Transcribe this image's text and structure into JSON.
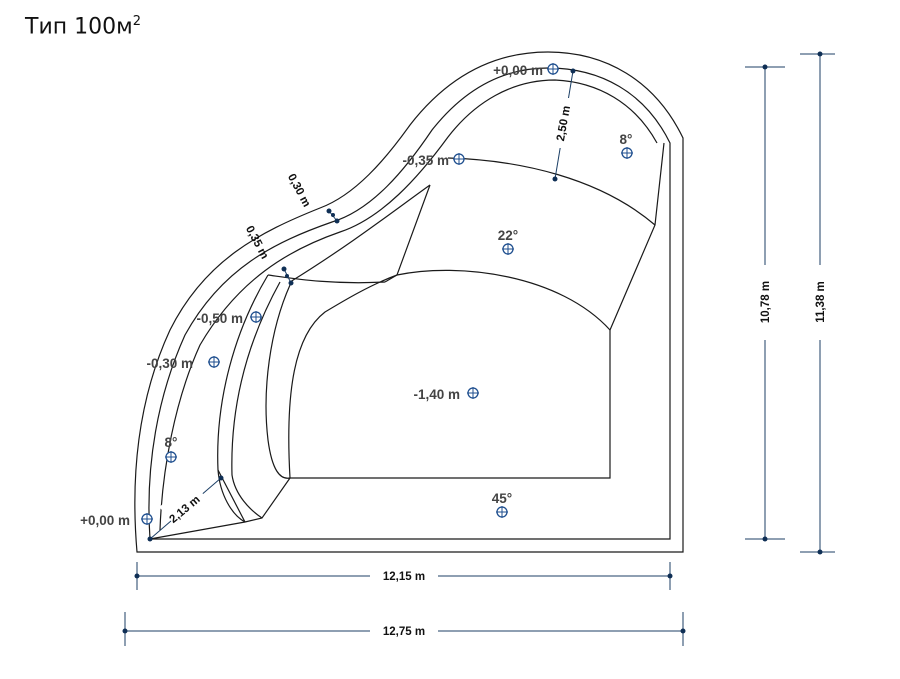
{
  "title": {
    "main": "Тип 100м",
    "sup": "2"
  },
  "dimensions": {
    "width_inner": "12,15 m",
    "width_outer": "12,75 m",
    "height_inner": "10,78 m",
    "height_outer": "11,38 m",
    "wall_top": "0,30 m",
    "wall_mid": "0,35 m",
    "step_top": "2,50 m",
    "step_left": "2,13 m"
  },
  "levels": {
    "top": "+0,00 m",
    "left": "+0,00 m",
    "shelf_upper": "-0,35 m",
    "shelf_left_inner": "-0,50 m",
    "shelf_left_outer": "-0,30 m",
    "deep": "-1,40 m"
  },
  "slopes": {
    "top_right": "8°",
    "middle": "22°",
    "left": "8°",
    "bottom": "45°"
  },
  "colors": {
    "outline": "#1a1a1a",
    "dimension": "#1c3f66",
    "marker": "#1f4f8f"
  }
}
